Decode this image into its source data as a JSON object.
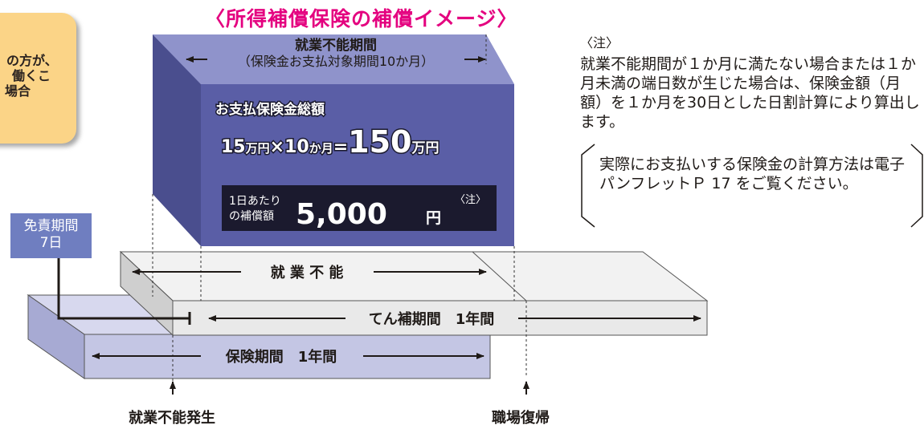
{
  "title": "〈所得補償保険の補償イメージ〉",
  "side_note": {
    "lines": [
      "の方が、",
      "働くこ",
      "場合"
    ]
  },
  "box": {
    "period_label": "就業不能期間",
    "period_sub": "（保険金お支払対象期間10か月）",
    "total_label": "お支払保険金総額",
    "formula_a": "15",
    "formula_a_unit": "万円",
    "formula_times": "×",
    "formula_b": "10",
    "formula_b_unit": "か月",
    "formula_eq": "=",
    "total_value": "150",
    "total_unit": "万円",
    "daily_label_1": "1日あたり",
    "daily_label_2": "の補償額",
    "daily_value": "5,000",
    "daily_unit": "円",
    "daily_note": "〈注〉"
  },
  "menseki": {
    "line1": "免責期間",
    "line2": "7日"
  },
  "bands": {
    "shugyo_funo": "就 業 不 能",
    "tenho": "てん補期間　1年間",
    "hoken": "保険期間　1年間"
  },
  "bottom": {
    "start": "就業不能発生",
    "return": "職場復帰"
  },
  "note": {
    "head": "〈注〉",
    "body": "就業不能期間が１か月に満たない場合または１か月未満の端日数が生じた場合は、保険金額（月額）を１か月を30日とした日割計算により算出します。",
    "bracket": "実際にお支払いする保険金の計算方法は電子パンフレットＰ 17 をご覧ください。"
  },
  "colors": {
    "title": "#e4007f",
    "box_front": "#5a5ea6",
    "box_top": "#8c90c8",
    "box_side": "#3f437f",
    "band_light": "#ececec",
    "band_purple": "#c9cae6",
    "daily_bg": "#1b1a2e",
    "menseki_bg": "#6f7ec0"
  }
}
